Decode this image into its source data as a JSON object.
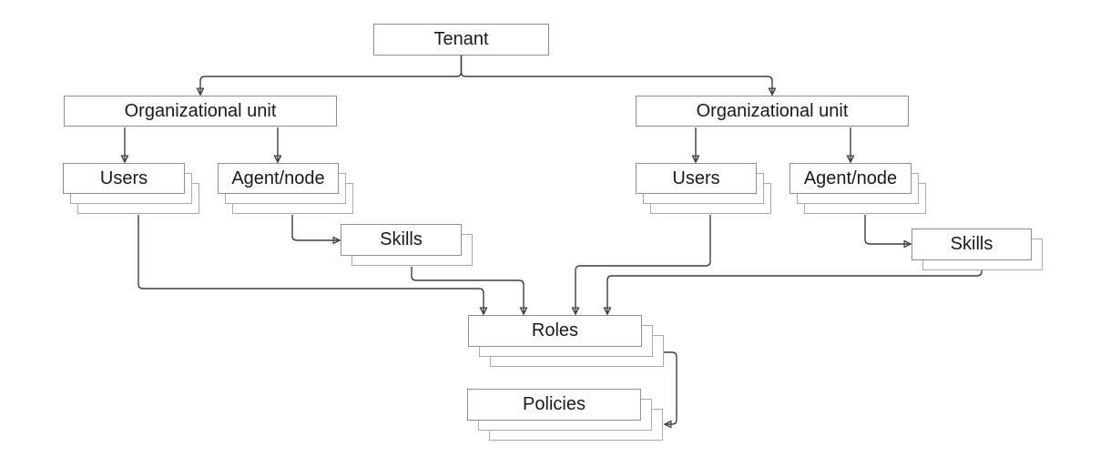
{
  "diagram": {
    "background_color": "#ffffff",
    "colors": {
      "connector": "#3f3f3f",
      "box_border": "#8f8f8f",
      "shadow_border": "#ababab",
      "box_fill": "#ffffff",
      "text": "#1a1a1a"
    },
    "nodes": {
      "tenant": {
        "label": "Tenant"
      },
      "org_unit_left": {
        "label": "Organizational unit"
      },
      "org_unit_right": {
        "label": "Organizational unit"
      },
      "users_left": {
        "label": "Users"
      },
      "agent_node_left": {
        "label": "Agent/node"
      },
      "skills_left": {
        "label": "Skills"
      },
      "users_right": {
        "label": "Users"
      },
      "agent_node_right": {
        "label": "Agent/node"
      },
      "skills_right": {
        "label": "Skills"
      },
      "roles": {
        "label": "Roles"
      },
      "policies": {
        "label": "Policies"
      }
    },
    "edges": [
      {
        "from": "tenant",
        "to": "org_unit_left"
      },
      {
        "from": "tenant",
        "to": "org_unit_right"
      },
      {
        "from": "org_unit_left",
        "to": "users_left"
      },
      {
        "from": "org_unit_left",
        "to": "agent_node_left"
      },
      {
        "from": "org_unit_right",
        "to": "users_right"
      },
      {
        "from": "org_unit_right",
        "to": "agent_node_right"
      },
      {
        "from": "agent_node_left",
        "to": "skills_left"
      },
      {
        "from": "agent_node_right",
        "to": "skills_right"
      },
      {
        "from": "users_left",
        "to": "roles"
      },
      {
        "from": "skills_left",
        "to": "roles"
      },
      {
        "from": "users_right",
        "to": "roles"
      },
      {
        "from": "skills_right",
        "to": "roles"
      },
      {
        "from": "roles",
        "to": "policies"
      }
    ]
  }
}
